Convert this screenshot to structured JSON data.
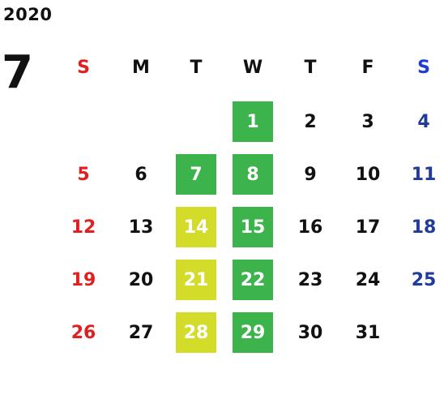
{
  "calendar": {
    "year": "2020",
    "month": "7",
    "weekdays": [
      "S",
      "M",
      "T",
      "W",
      "T",
      "F",
      "S"
    ],
    "colors": {
      "sunday": "#e02020",
      "saturday": "#1f3c9a",
      "saturday_header": "#1f3bd6",
      "weekday": "#111111",
      "highlight_green": "#3cb44b",
      "highlight_yellow": "#d4dc2a",
      "highlight_text": "#ffffff"
    },
    "weeks": [
      [
        {
          "day": "",
          "highlight": ""
        },
        {
          "day": "",
          "highlight": ""
        },
        {
          "day": "",
          "highlight": ""
        },
        {
          "day": "1",
          "highlight": "green"
        },
        {
          "day": "2",
          "highlight": ""
        },
        {
          "day": "3",
          "highlight": ""
        },
        {
          "day": "4",
          "highlight": ""
        }
      ],
      [
        {
          "day": "5",
          "highlight": ""
        },
        {
          "day": "6",
          "highlight": ""
        },
        {
          "day": "7",
          "highlight": "green"
        },
        {
          "day": "8",
          "highlight": "green"
        },
        {
          "day": "9",
          "highlight": ""
        },
        {
          "day": "10",
          "highlight": ""
        },
        {
          "day": "11",
          "highlight": ""
        }
      ],
      [
        {
          "day": "12",
          "highlight": ""
        },
        {
          "day": "13",
          "highlight": ""
        },
        {
          "day": "14",
          "highlight": "yellow"
        },
        {
          "day": "15",
          "highlight": "green"
        },
        {
          "day": "16",
          "highlight": ""
        },
        {
          "day": "17",
          "highlight": ""
        },
        {
          "day": "18",
          "highlight": ""
        }
      ],
      [
        {
          "day": "19",
          "highlight": ""
        },
        {
          "day": "20",
          "highlight": ""
        },
        {
          "day": "21",
          "highlight": "yellow"
        },
        {
          "day": "22",
          "highlight": "green"
        },
        {
          "day": "23",
          "highlight": ""
        },
        {
          "day": "24",
          "highlight": ""
        },
        {
          "day": "25",
          "highlight": ""
        }
      ],
      [
        {
          "day": "26",
          "highlight": ""
        },
        {
          "day": "27",
          "highlight": ""
        },
        {
          "day": "28",
          "highlight": "yellow"
        },
        {
          "day": "29",
          "highlight": "green"
        },
        {
          "day": "30",
          "highlight": ""
        },
        {
          "day": "31",
          "highlight": ""
        },
        {
          "day": "",
          "highlight": ""
        }
      ]
    ]
  }
}
